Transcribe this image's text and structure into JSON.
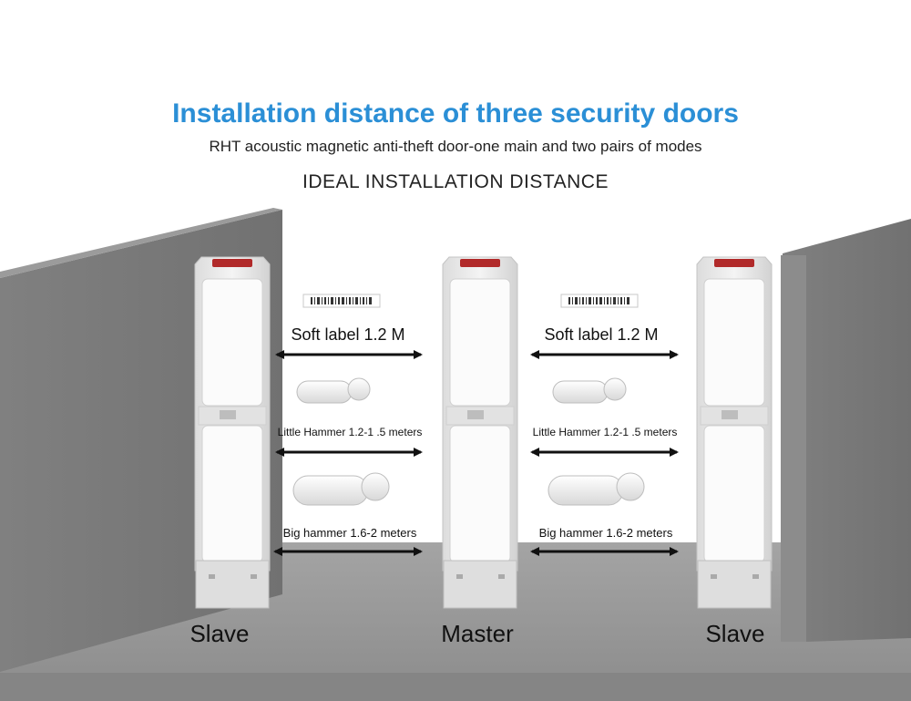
{
  "title": "Installation distance of three security doors",
  "subtitle": "RHT acoustic magnetic anti-theft door-one main and two pairs of modes",
  "heading": "IDEAL INSTALLATION DISTANCE",
  "colors": {
    "title": "#2b8fd6",
    "wall": "#7b7b7b",
    "floor": "#999999",
    "gate": "#ececec",
    "arrow": "#111111"
  },
  "gaps": [
    {
      "soft_label": "Soft label 1.2 M",
      "little_hammer": "Little Hammer 1.2-1 .5 meters",
      "big_hammer": "Big hammer 1.6-2 meters"
    },
    {
      "soft_label": "Soft label 1.2 M",
      "little_hammer": "Little Hammer 1.2-1 .5 meters",
      "big_hammer": "Big hammer 1.6-2 meters"
    }
  ],
  "gates": [
    {
      "label": "Slave"
    },
    {
      "label": "Master"
    },
    {
      "label": "Slave"
    }
  ]
}
